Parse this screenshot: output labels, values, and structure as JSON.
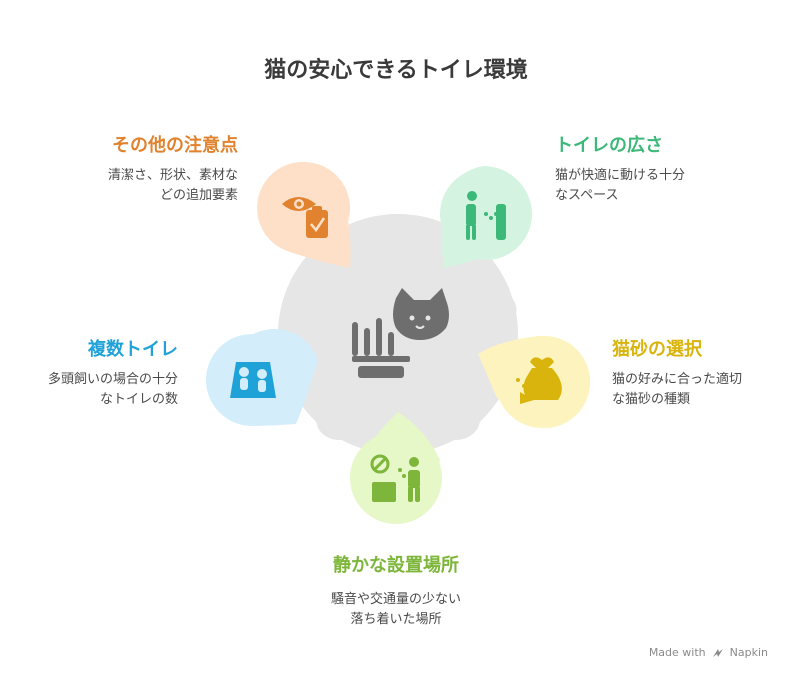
{
  "title": "猫の安心できるトイレ環境",
  "colors": {
    "orange": "#E0822E",
    "green": "#3CB878",
    "blue": "#1FA2D8",
    "yellow": "#D9B40C",
    "lime": "#7DB63A",
    "center": "#E6E6E6",
    "center_icon": "#6E6E6E"
  },
  "center": {
    "icon": "cat-litter-box-icon"
  },
  "items": [
    {
      "key": "other",
      "title": "その他の注意点",
      "lines": [
        "清潔さ、形状、素材な",
        "どの追加要素"
      ],
      "icon": "eye-clipboard-icon"
    },
    {
      "key": "size",
      "title": "トイレの広さ",
      "lines": [
        "猫が快適に動ける十分",
        "なスペース"
      ],
      "icon": "person-walking-icon"
    },
    {
      "key": "count",
      "title": "複数トイレ",
      "lines": [
        "多頭飼いの場合の十分",
        "なトイレの数"
      ],
      "icon": "people-group-icon"
    },
    {
      "key": "litter",
      "title": "猫砂の選択",
      "lines": [
        "猫の好みに合った適切",
        "な猫砂の種類"
      ],
      "icon": "sand-bag-icon"
    },
    {
      "key": "place",
      "title": "静かな設置場所",
      "lines": [
        "騒音や交通量の少ない",
        "落ち着いた場所"
      ],
      "icon": "quiet-place-icon"
    }
  ],
  "footer": {
    "made_with": "Made with",
    "brand": "Napkin"
  }
}
